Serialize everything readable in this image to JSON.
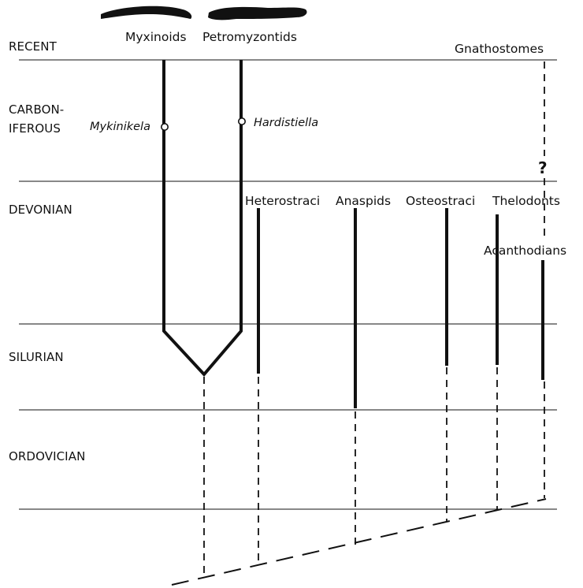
{
  "eras": {
    "recent": "RECENT",
    "carboniferous_1": "CARBON-",
    "carboniferous_2": "IFEROUS",
    "devonian": "DEVONIAN",
    "silurian": "SILURIAN",
    "ordovician": "ORDOVICIAN"
  },
  "groups": {
    "myxinoids": "Myxinoids",
    "petromyzontids": "Petromyzontids",
    "gnathostomes": "Gnathostomes",
    "heterostraci": "Heterostraci",
    "anaspids": "Anaspids",
    "osteostraci": "Osteostraci",
    "thelodonts": "Thelodonts",
    "acanthodians": "Acanthodians"
  },
  "fossils": {
    "mykinikela": "Mykinikela",
    "hardistiella": "Hardistiella"
  },
  "uncertain_mark": "?"
}
